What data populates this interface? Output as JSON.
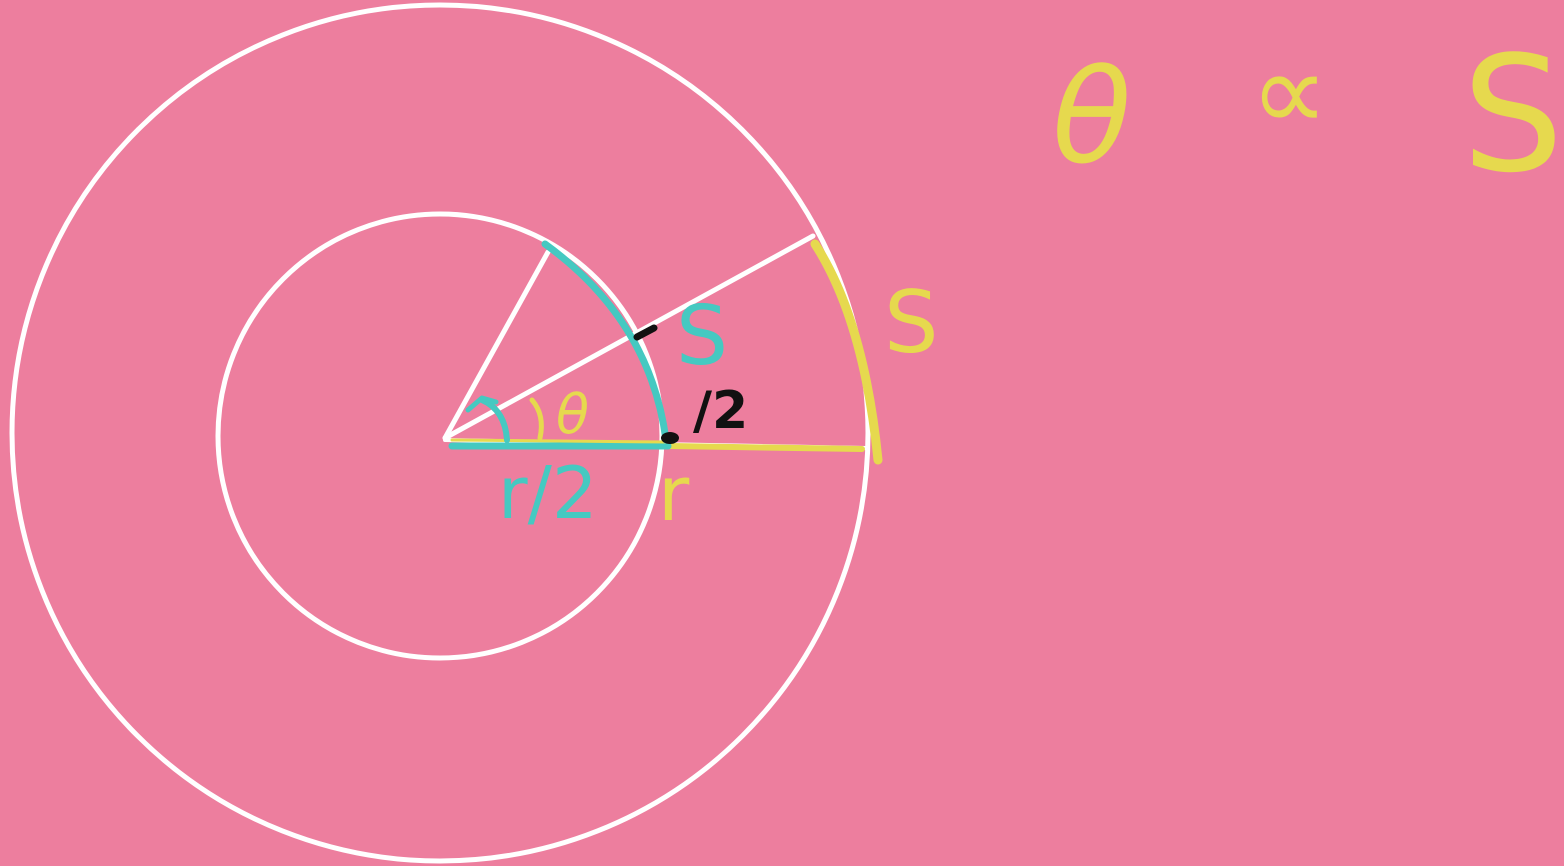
{
  "colors": {
    "background": "#ed7e9e",
    "circle": "#ffffff",
    "cyan": "#45c9c1",
    "yellow": "#e6d94e",
    "black": "#111111"
  },
  "labels": {
    "theta": "θ",
    "arc_outer": "S",
    "arc_inner": "S",
    "half": "/2",
    "radius_outer": "r",
    "radius_inner": "r/2"
  },
  "formula": {
    "left": "θ",
    "relation": "∝",
    "right": "S"
  }
}
